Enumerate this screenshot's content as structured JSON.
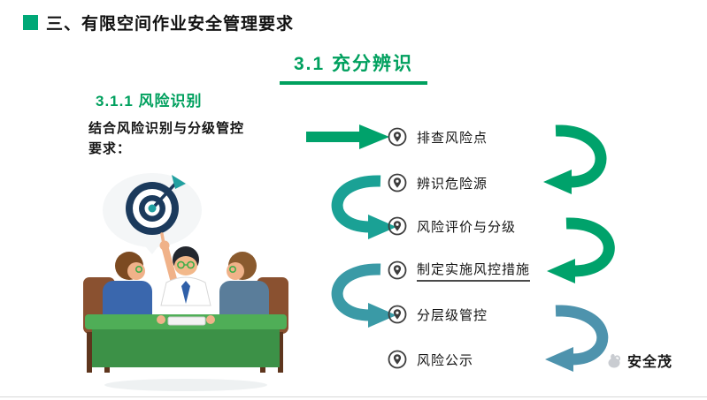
{
  "header": {
    "title": "三、有限空间作业安全管理要求"
  },
  "section": {
    "title": "3.1  充分辨识"
  },
  "subsection": {
    "title": "3.1.1  风险识别"
  },
  "intro": {
    "line1": "结合风险识别与分级管控",
    "line2": "要求："
  },
  "steps": {
    "items": [
      {
        "label": "排查风险点"
      },
      {
        "label": "辨识危险源"
      },
      {
        "label": "风险评价与分级"
      },
      {
        "label": "制定实施风控措施"
      },
      {
        "label": "分层级管控"
      },
      {
        "label": "风险公示"
      }
    ]
  },
  "watermark": {
    "text": "安全茂"
  },
  "colors": {
    "brand_green": "#00a05e",
    "header_square_green": "#00a877",
    "arrow_green": "#00a26b",
    "arrow_teal": "#1aa195",
    "arrow_teal_blue": "#3a9aa6",
    "arrow_blue": "#4e93ad",
    "pin_dark": "#3d3d3d"
  }
}
